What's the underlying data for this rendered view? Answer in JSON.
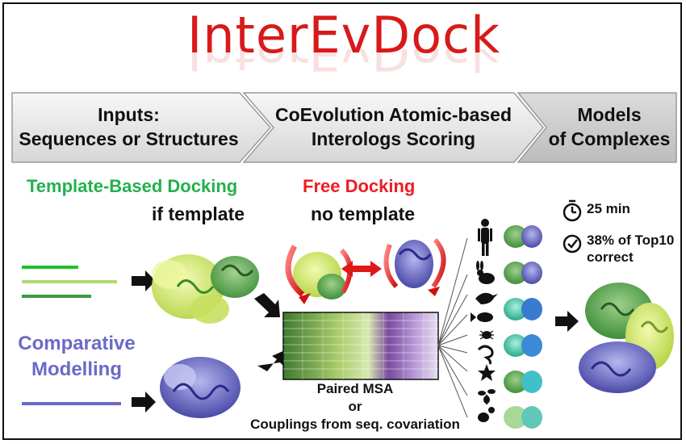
{
  "title": "InterEvDock",
  "steps": [
    {
      "line1": "Inputs:",
      "line2": "Sequences or Structures"
    },
    {
      "line1": "CoEvolution Atomic-based",
      "line2": "Interologs Scoring"
    },
    {
      "line1": "Models",
      "line2": "of Complexes"
    }
  ],
  "template_docking": {
    "title": "Template-Based Docking",
    "subtitle": "if template"
  },
  "free_docking": {
    "title": "Free Docking",
    "subtitle": "no template"
  },
  "comparative": {
    "line1": "Comparative",
    "line2": "Modelling"
  },
  "msa_caption": {
    "line1": "Paired MSA",
    "line2": "or",
    "line3": "Couplings from seq. covariation"
  },
  "stats": {
    "time": "25 min",
    "accuracy_line1": "38% of Top10",
    "accuracy_line2": "correct"
  },
  "icons": [
    "timer-icon",
    "check-circle-icon",
    "human-icon",
    "rabbit-icon",
    "bird-icon",
    "fish-icon",
    "insect-icon",
    "worm-icon",
    "starfish-icon",
    "plant-icon",
    "yeast-icon"
  ],
  "colors": {
    "title": "#d81a1a",
    "template_green": "#22b14c",
    "free_red": "#ee1c24",
    "comparative_blue": "#6a6ac8",
    "arrow_gray": "#c8c8c8"
  }
}
